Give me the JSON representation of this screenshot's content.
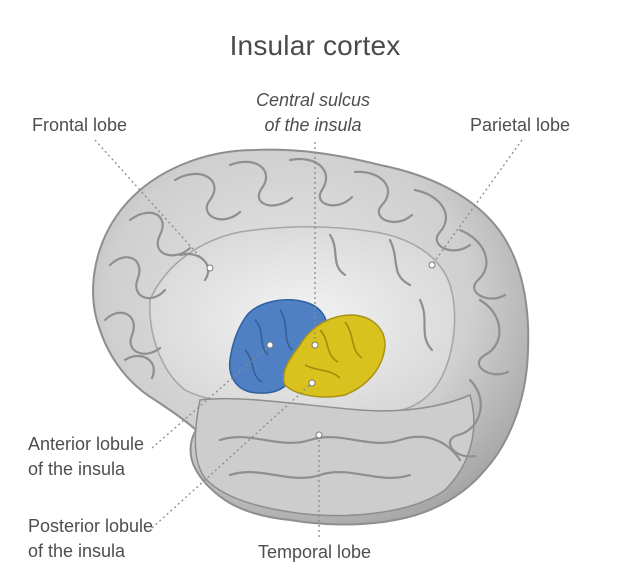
{
  "title": "Insular cortex",
  "labels": {
    "frontal_lobe": "Frontal lobe",
    "central_sulcus": [
      "Central sulcus",
      "of the insula"
    ],
    "parietal_lobe": "Parietal lobe",
    "anterior_lobule": [
      "Anterior lobule",
      "of the insula"
    ],
    "posterior_lobule": [
      "Posterior lobule",
      "of the insula"
    ],
    "temporal_lobe": "Temporal lobe"
  },
  "colors": {
    "anterior_lobule": "#4f80c4",
    "posterior_lobule": "#d9c21e",
    "brain_surface": "#d2d2d2",
    "leader_lines": "#8a8a8a"
  },
  "icons": {
    "brain_illustration": "brain-lateral-view-icon"
  }
}
